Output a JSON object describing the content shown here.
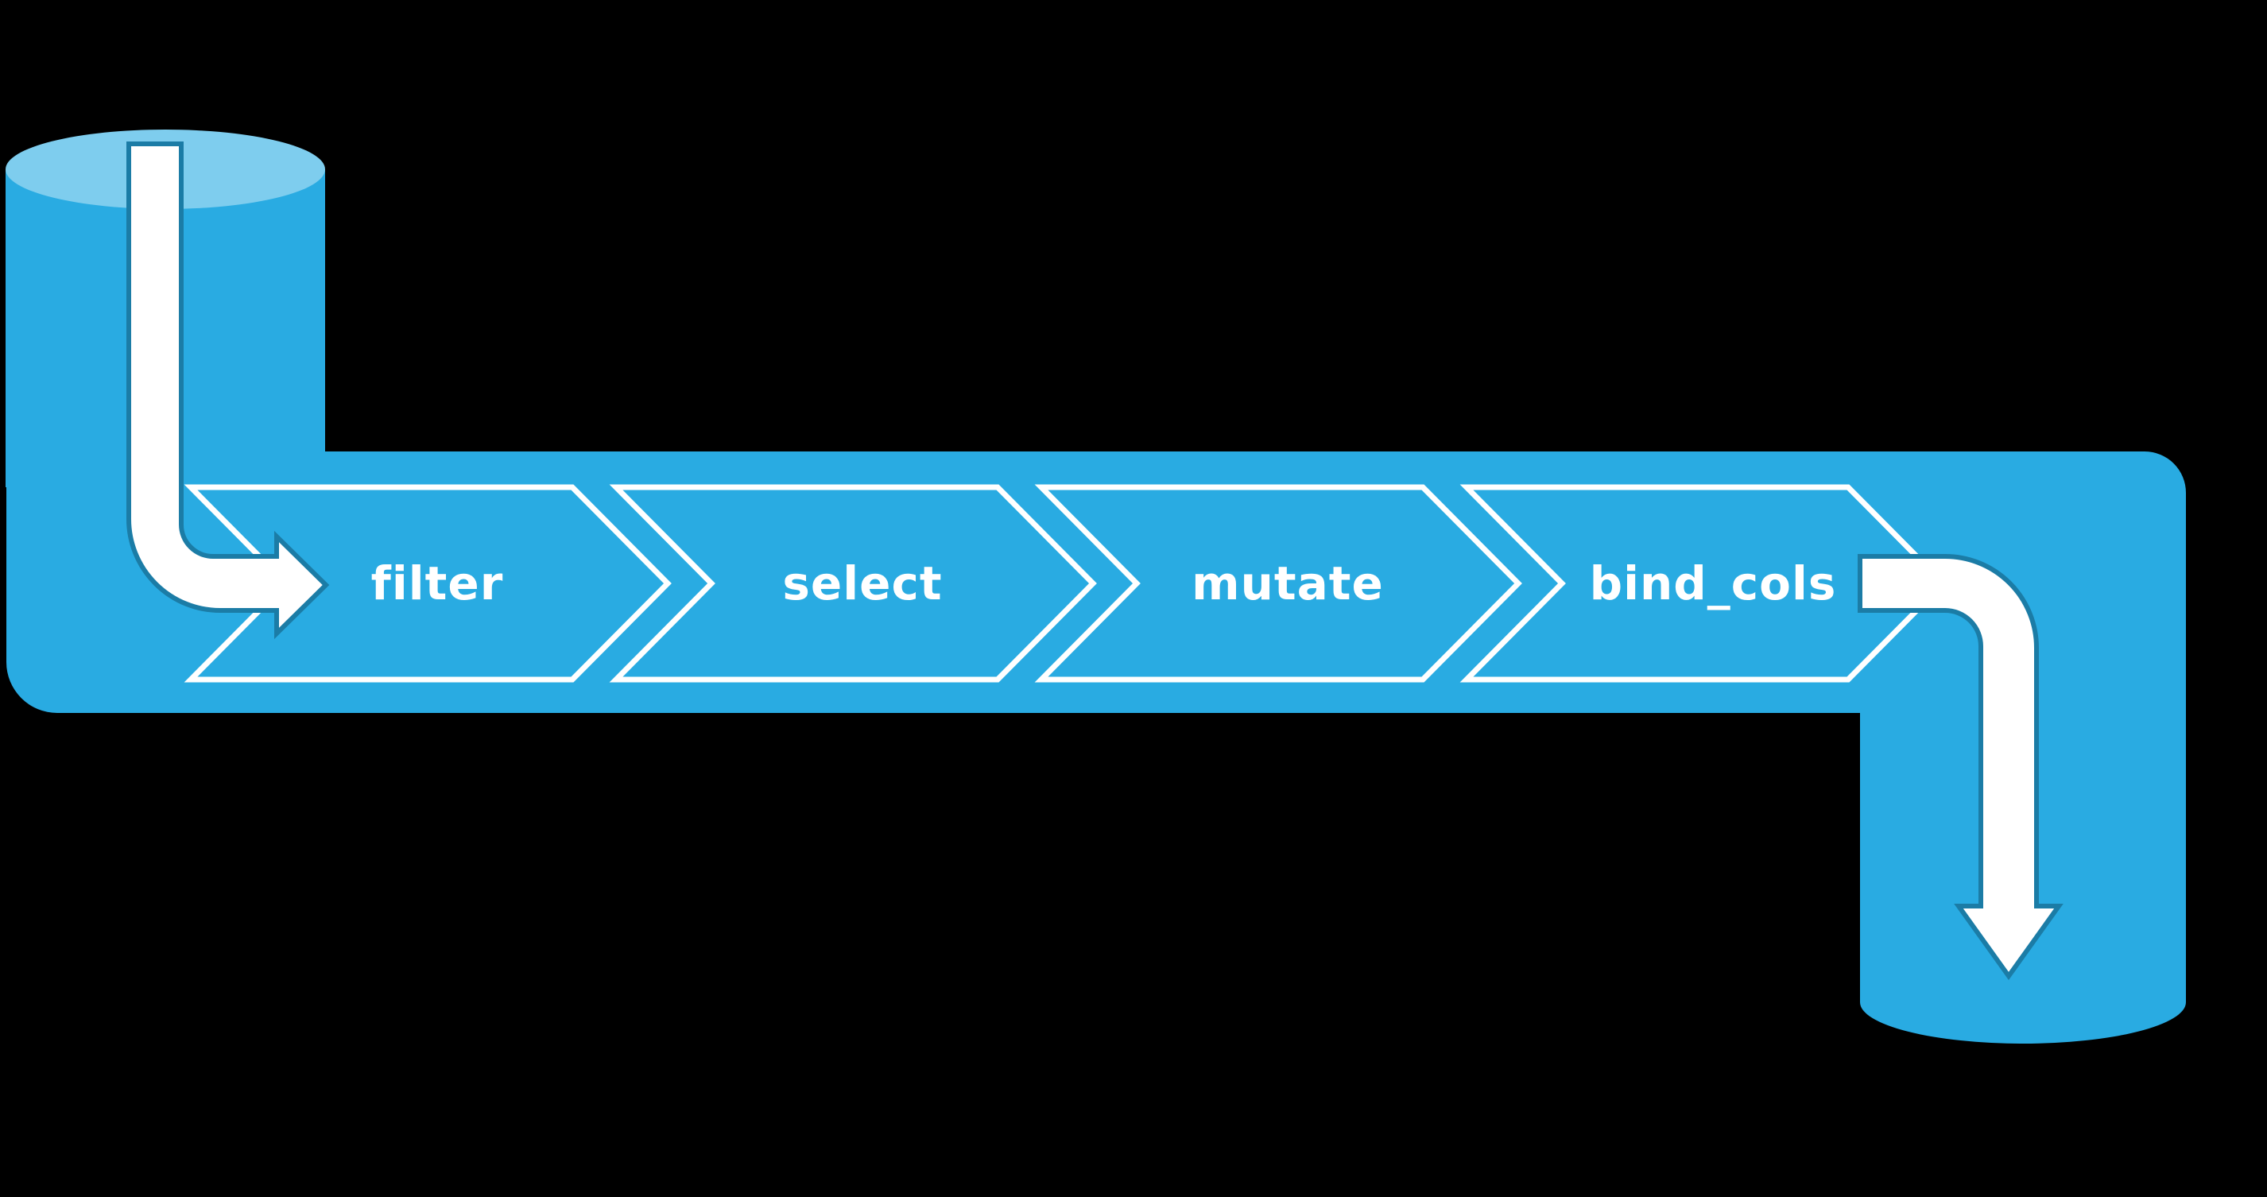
{
  "diagram": {
    "type": "data-pipeline-flow",
    "source_icon": "database-cylinder-icon",
    "input_arrow_icon": "pipe-arrow-right-icon",
    "output_arrow_icon": "pipe-arrow-down-icon",
    "sink_icon": "database-cylinder-icon",
    "steps": [
      {
        "label": "filter"
      },
      {
        "label": "select"
      },
      {
        "label": "mutate"
      },
      {
        "label": "bind_cols"
      }
    ]
  },
  "colors": {
    "primary_blue": "#29ABE2",
    "cylinder_top_blue": "#7ECDEE",
    "pipe_outline_teal": "#1B7CA6",
    "outline_white": "#FFFFFF",
    "background": "#000000"
  }
}
